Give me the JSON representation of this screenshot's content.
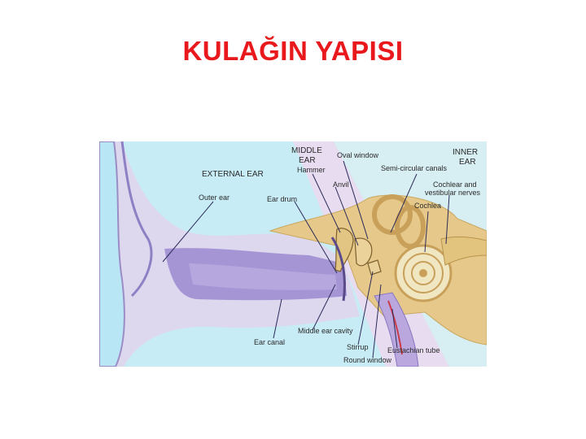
{
  "slide": {
    "title": "KULAĞIN YAPISI",
    "title_color": "#e8181c"
  },
  "diagram": {
    "region_labels": {
      "middle_ear_1": "MIDDLE",
      "middle_ear_2": "EAR",
      "inner_ear_1": "INNER",
      "inner_ear_2": "EAR",
      "external_ear": "EXTERNAL EAR"
    },
    "parts": {
      "hammer": "Hammer",
      "oval_window": "Oval window",
      "semicircular_canals": "Semi-circular canals",
      "anvil": "Anvil",
      "cochlear_nerves_1": "Cochlear and",
      "cochlear_nerves_2": "vestibular nerves",
      "cochlea": "Cochlea",
      "outer_ear": "Outer ear",
      "ear_drum": "Ear drum",
      "middle_ear_cavity": "Middle ear cavity",
      "ear_canal": "Ear canal",
      "stirrup": "Stirrup",
      "eustachian_tube": "Eustachian tube",
      "round_window": "Round window"
    },
    "colors": {
      "outer_background": "#c8ecf6",
      "middle_ear_band": "#e8dcf0",
      "bone": "#e6c98a",
      "canal": "#8a78c8",
      "skin": "#d9d3ec"
    }
  }
}
